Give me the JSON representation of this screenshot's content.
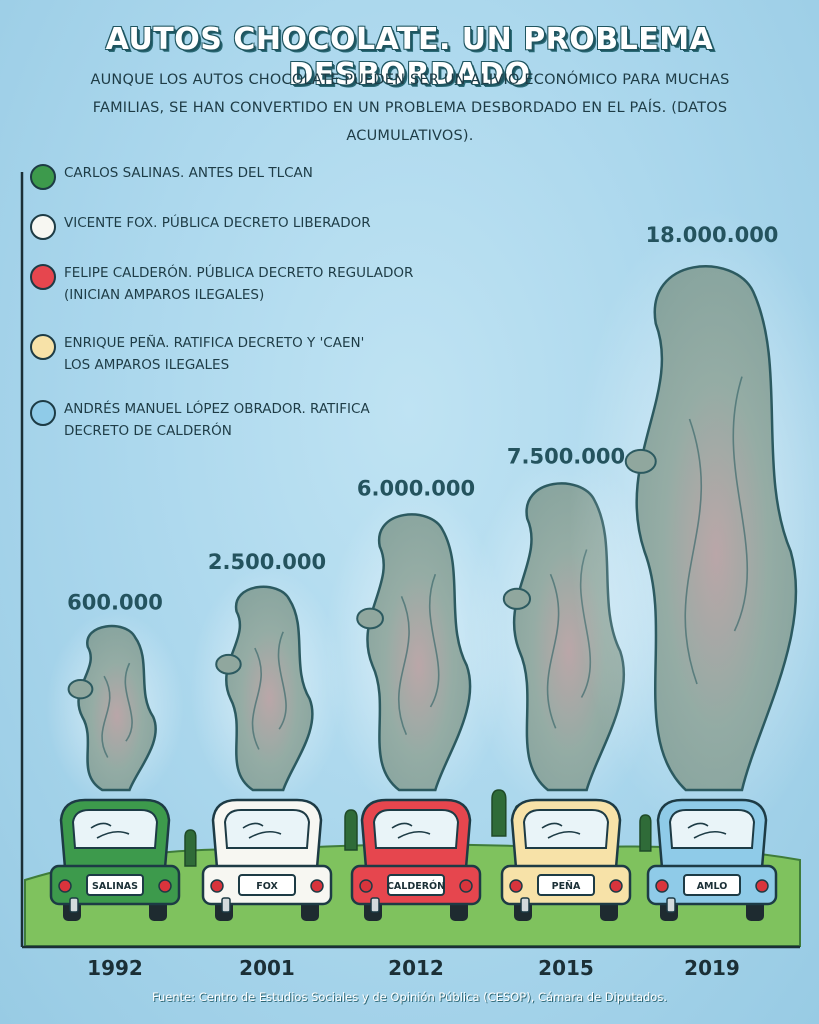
{
  "title": "AUTOS CHOCOLATE. UN PROBLEMA DESBORDADO",
  "subtitle": "AUNQUE LOS AUTOS CHOCOLATE PUEDEN SER UN ALIVIO ECONÓMICO PARA MUCHAS FAMILIAS, SE HAN CONVERTIDO EN UN PROBLEMA DESBORDADO EN EL PAÍS. (DATOS ACUMULATIVOS).",
  "source": "Fuente: Centro de Estudios Sociales y de Opinión Pública (CESOP), Cámara de Diputados.",
  "colors": {
    "salinas": "#3d9a4c",
    "fox": "#f7f7f2",
    "calderon": "#e6464e",
    "pena": "#f7e2a8",
    "amlo": "#8fcbe8",
    "smoke": "#8fa69c",
    "grass": "#7fc25e",
    "text": "#1e3c46"
  },
  "legend": [
    {
      "label": "CARLOS SALINAS. ANTES DEL TLCAN",
      "color": "#3d9a4c"
    },
    {
      "label": "VICENTE FOX. PÚBLICA DECRETO LIBERADOR",
      "color": "#f7f7f2"
    },
    {
      "label": "FELIPE CALDERÓN. PÚBLICA DECRETO REGULADOR\n(INICIAN AMPAROS ILEGALES)",
      "color": "#e6464e"
    },
    {
      "label": "ENRIQUE PEÑA. RATIFICA DECRETO Y 'CAEN'\nLOS AMPAROS ILEGALES",
      "color": "#f7e2a8"
    },
    {
      "label": "ANDRÉS MANUEL LÓPEZ OBRADOR. RATIFICA\nDECRETO DE CALDERÓN",
      "color": "#8fcbe8"
    }
  ],
  "chart_data": {
    "type": "bar",
    "categories": [
      "1992",
      "2001",
      "2012",
      "2015",
      "2019"
    ],
    "values": [
      600000,
      2500000,
      6000000,
      7500000,
      18000000
    ],
    "value_labels": [
      "600.000",
      "2.500.000",
      "6.000.000",
      "7.500.000",
      "18.000.000"
    ],
    "plates": [
      "SALINAS",
      "FOX",
      "CALDERÓN",
      "PEÑA",
      "AMLO"
    ],
    "colors": [
      "#3d9a4c",
      "#f7f7f2",
      "#e6464e",
      "#f7e2a8",
      "#8fcbe8"
    ],
    "grid": false,
    "legend_position": "top-left"
  }
}
